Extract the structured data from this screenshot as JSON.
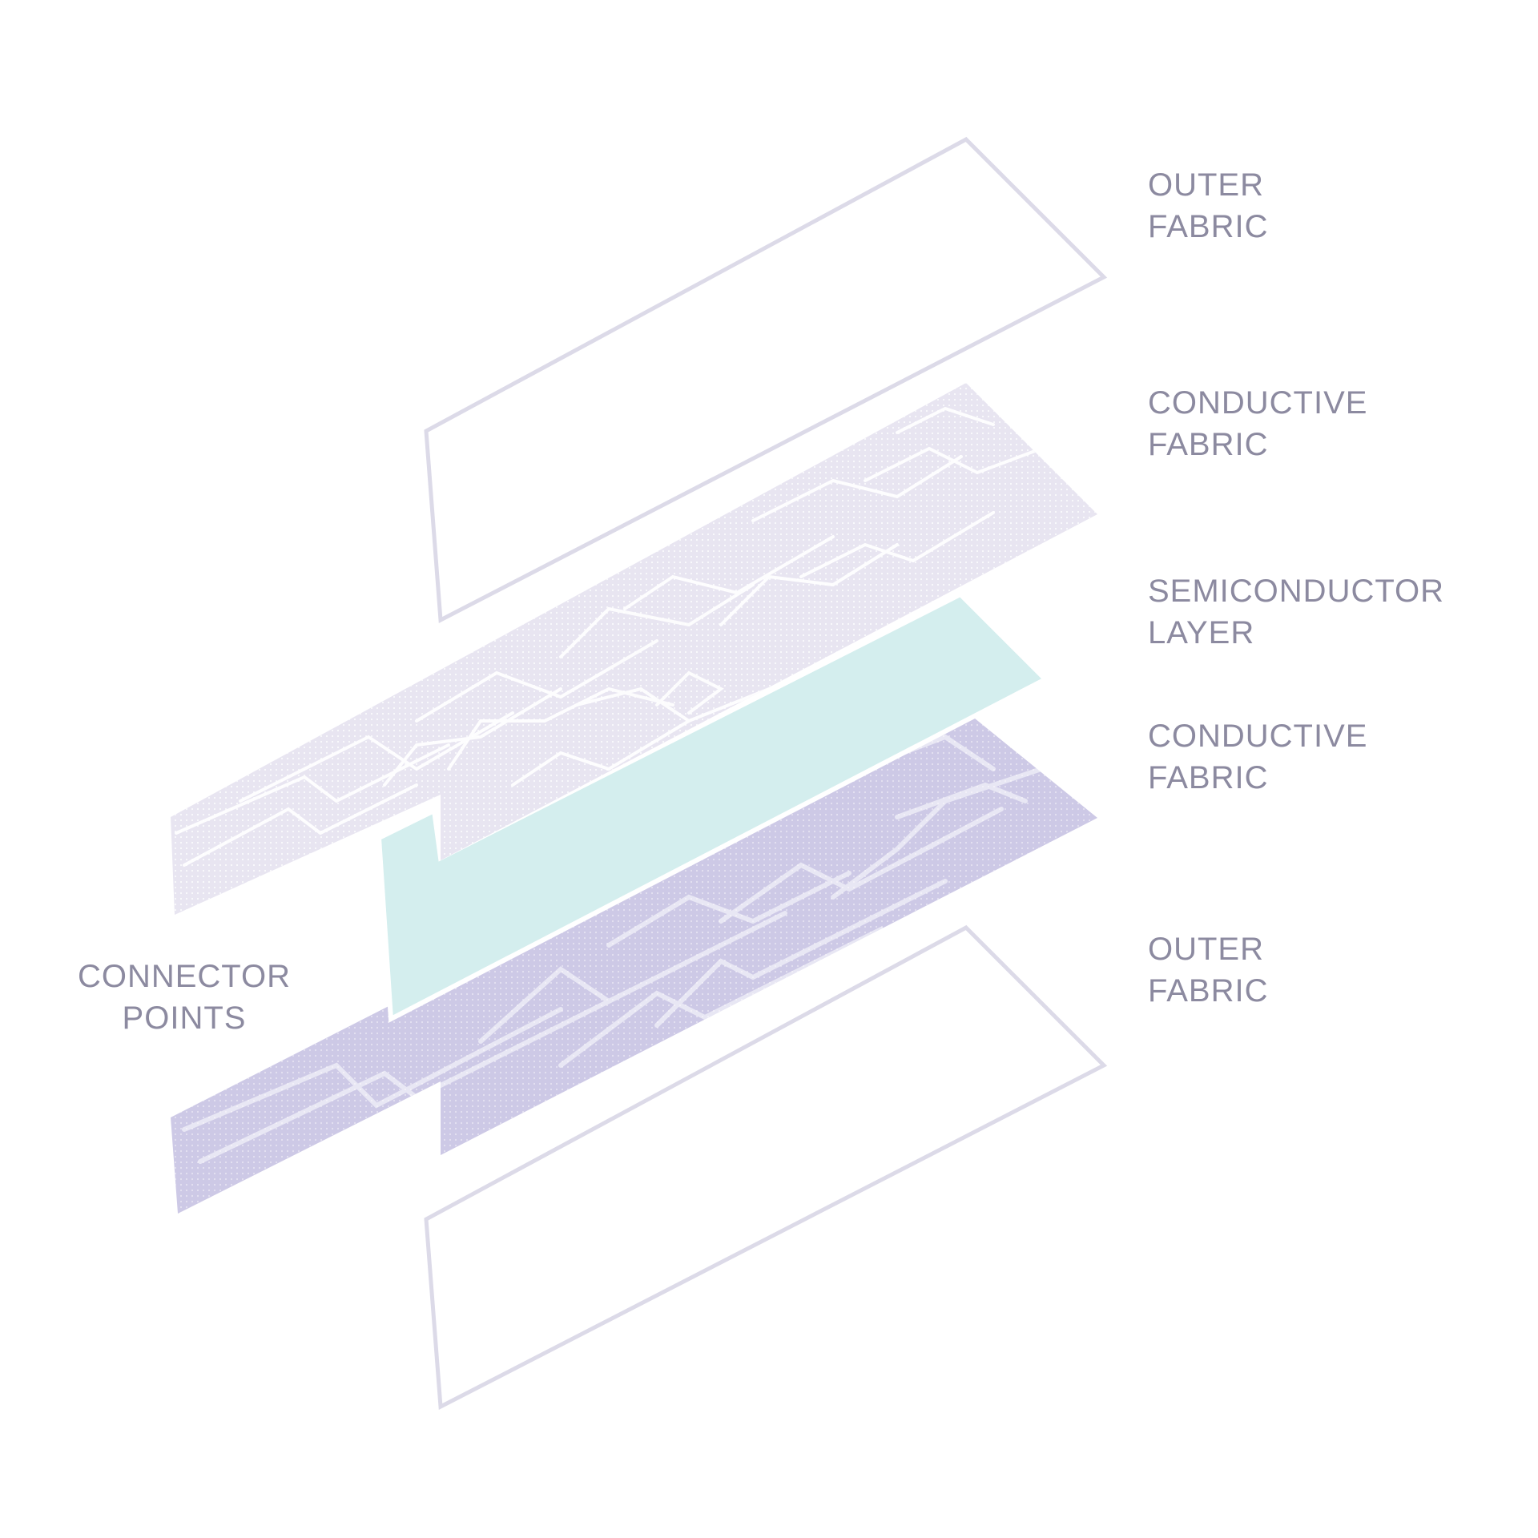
{
  "colors": {
    "outline": "#dcdae8",
    "conductive_top": "#e8e5f1",
    "conductive_bottom": "#cdc9e6",
    "trace": "#ffffff",
    "semiconductor": "#d4eeee",
    "label": "#8c8aa0"
  },
  "labels": {
    "outer_top": {
      "line1": "OUTER",
      "line2": "FABRIC"
    },
    "conductive_top": {
      "line1": "CONDUCTIVE",
      "line2": "FABRIC"
    },
    "semiconductor": {
      "line1": "SEMICONDUCTOR",
      "line2": "LAYER"
    },
    "conductive_bottom": {
      "line1": "CONDUCTIVE",
      "line2": "FABRIC"
    },
    "outer_bottom": {
      "line1": "OUTER",
      "line2": "FABRIC"
    },
    "connector": {
      "line1": "CONNECTOR",
      "line2": "POINTS"
    }
  }
}
